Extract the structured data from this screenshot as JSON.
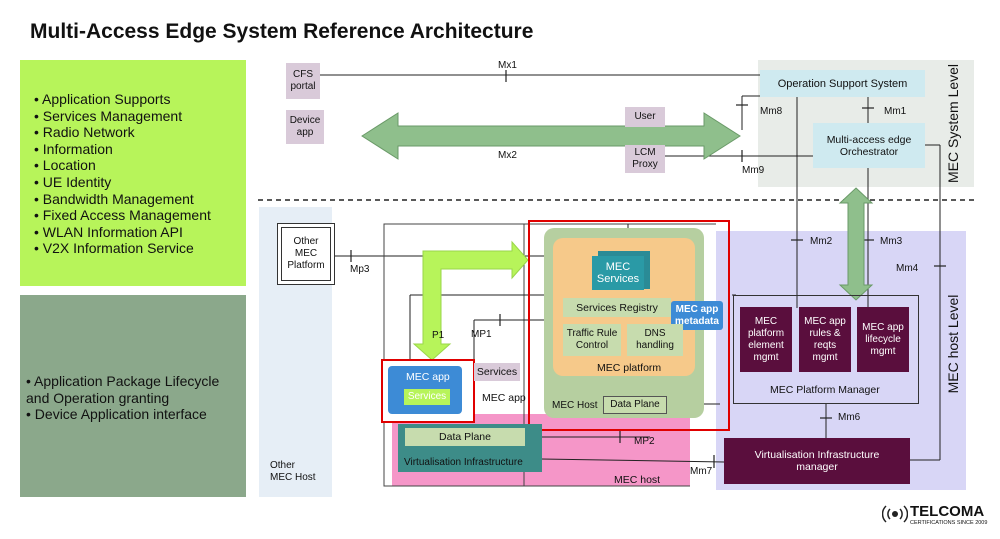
{
  "title": "Multi-Access Edge System Reference Architecture",
  "left_panel_top": {
    "items": [
      "Application Supports",
      "Services Management",
      "Radio Network",
      "Information",
      "Location",
      "UE Identity",
      "Bandwidth Management",
      "Fixed Access  Management",
      "WLAN Information API",
      "V2X Information Service"
    ]
  },
  "left_panel_bottom": {
    "items": [
      "Application Package Lifecycle and Operation granting",
      "Device Application interface"
    ]
  },
  "system_level": {
    "label": "MEC System Level",
    "cfs_portal": "CFS\nportal",
    "device_app": "Device\napp",
    "oss": "Operation Support System",
    "orchestrator": "Multi-access edge\nOrchestrator",
    "user": "User",
    "lcm_proxy": "LCM\nProxy"
  },
  "host_level": {
    "label": "MEC host Level",
    "other_mec_platform": "Other MEC\nPlatform",
    "other_mec_host": "Other\nMEC Host",
    "mec_services": "MEC\nServices",
    "services_registry": "Services Registry",
    "mec_app_metadata": "MEC app\nmetadata",
    "traffic_rule": "Traffic Rule\nControl",
    "dns": "DNS\nhandling",
    "mec_platform": "MEC platform",
    "mec_host_label": "MEC Host",
    "data_plane_inner": "Data Plane",
    "mec_app": "MEC app",
    "mec_app_services": "Services",
    "services_tag": "Services",
    "mec_app_label": "MEC app",
    "data_plane": "Data Plane",
    "virt_infra": "Virtualisation Infrastructure",
    "mec_host_lower": "MEC host",
    "mpm_platform_element": "MEC\nplatform\nelement\nmgmt",
    "mpm_app_rules": "MEC app\nrules &\nreqts\nmgmt",
    "mpm_lifecycle": "MEC app\nlifecycle\nmgmt",
    "mec_platform_manager": "MEC Platform Manager",
    "vim": "Virtualisation Infrastructure\nmanager"
  },
  "ref_points": {
    "mx1": "Mx1",
    "mx2": "Mx2",
    "mm1": "Mm1",
    "mm2": "Mm2",
    "mm3": "Mm3",
    "mm4": "Mm4",
    "mm6": "Mm6",
    "mm7": "Mm7",
    "mm8": "Mm8",
    "mm9": "Mm9",
    "mp1a": "P1",
    "mp1b": "MP1",
    "mp2": "MP2",
    "mp3": "Mp3"
  },
  "brand": {
    "name": "TELCOMA",
    "tagline": "CERTIFICATIONS SINCE 2009"
  },
  "colors": {
    "light_green": "#b7f45a",
    "sage": "#8ba88b",
    "lavender": "#d8d6f6",
    "dark_purple": "#5a0e3d",
    "pink": "#f596c8",
    "teal": "#3d8c88",
    "red_highlight": "#e00000",
    "blue_badge": "#3d8bd6"
  }
}
